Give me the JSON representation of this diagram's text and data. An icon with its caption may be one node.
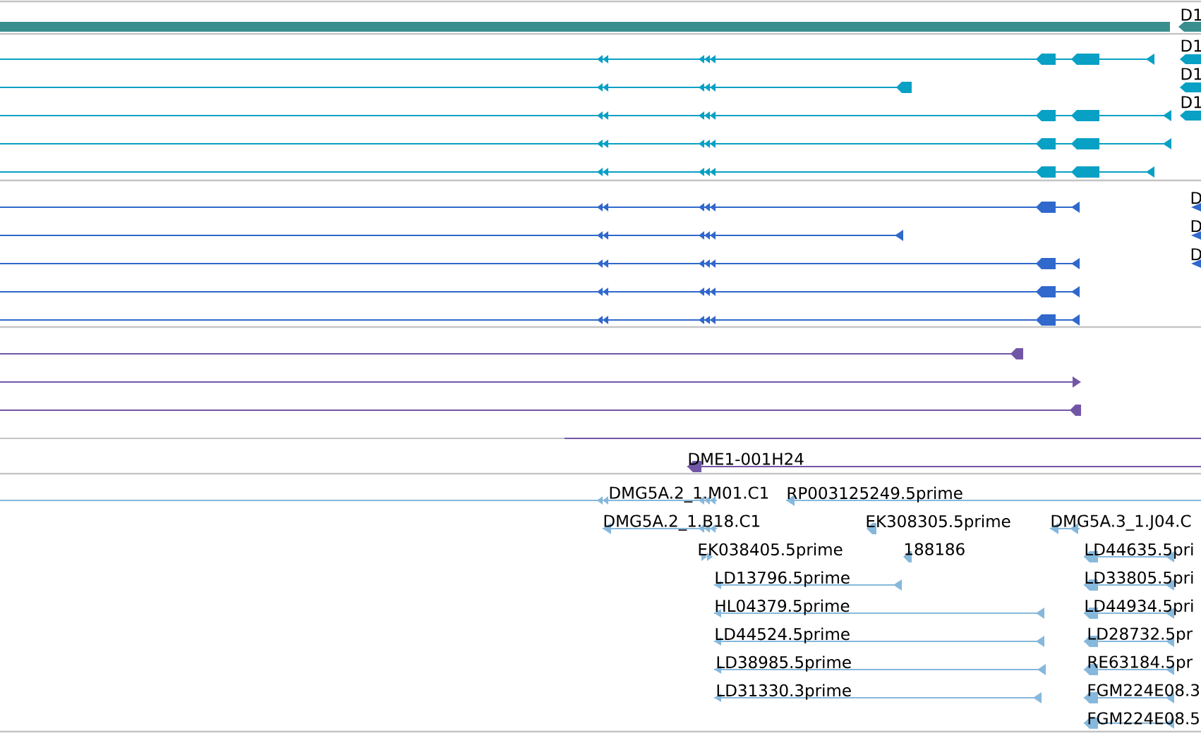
{
  "diagram": {
    "labels": [
      "D1",
      "D1",
      "D1",
      "D1",
      "D",
      "D",
      "D",
      "DME1-001H24",
      "DMG5A.2_1.M01.C1",
      "RP003125249.5prime",
      "DMG5A.2_1.B18.C1",
      "EK308305.5prime",
      "DMG5A.3_1.J04.C",
      "EK038405.5prime",
      "188186",
      "LD44635.5pri",
      "LD13796.5prime",
      "LD33805.5pri",
      "HL04379.5prime",
      "LD44934.5pri",
      "LD44524.5prime",
      "LD28732.5pr",
      "LD38985.5prime",
      "RE63184.5pr",
      "LD31330.3prime",
      "FGM224E08.3",
      "FGM224E08.5"
    ]
  }
}
